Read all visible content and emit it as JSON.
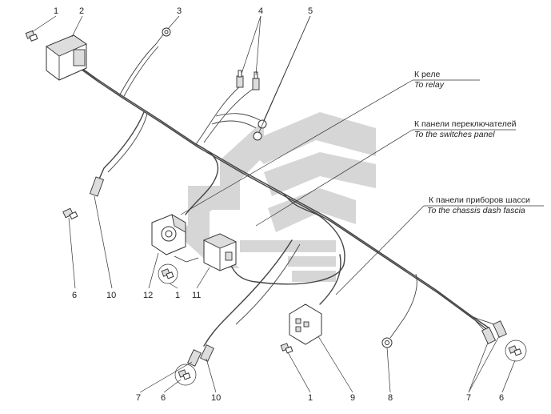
{
  "callouts": {
    "relay": {
      "ru": "К реле",
      "en": "To relay"
    },
    "switches": {
      "ru": "К панели переключателей",
      "en": "To the switches panel"
    },
    "dash": {
      "ru": "К панели приборов шасси",
      "en": "To the chassis dash fascia"
    }
  },
  "numbers": {
    "n1a": "1",
    "n2": "2",
    "n3": "3",
    "n4": "4",
    "n5": "5",
    "n6a": "6",
    "n10a": "10",
    "n12": "12",
    "n1b": "1",
    "n11": "11",
    "n7a": "7",
    "n6b": "6",
    "n10b": "10",
    "n1c": "1",
    "n9": "9",
    "n8": "8",
    "n7b": "7",
    "n6c": "6"
  },
  "colors": {
    "line": "#444444",
    "watermark": "#d6d6d6",
    "background": "#ffffff"
  }
}
